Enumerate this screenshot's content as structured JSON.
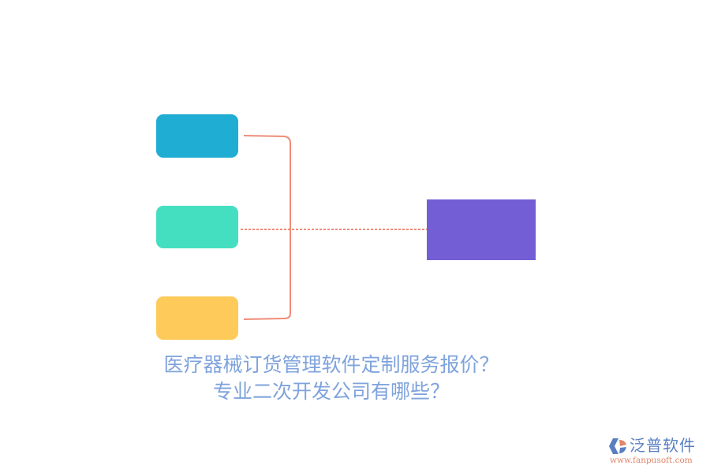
{
  "diagram": {
    "nodes": [
      {
        "id": "top",
        "label": "",
        "color": "#1FADD3"
      },
      {
        "id": "middle",
        "label": "",
        "color": "#44DFC0"
      },
      {
        "id": "bottom",
        "label": "",
        "color": "#FECB5B"
      },
      {
        "id": "target",
        "label": "",
        "color": "#745ED6"
      }
    ],
    "connector_color": "#F08C78",
    "edges": [
      {
        "from": "top",
        "to": "target",
        "style": "bracket"
      },
      {
        "from": "middle",
        "to": "target",
        "style": "dotted"
      },
      {
        "from": "bottom",
        "to": "target",
        "style": "bracket"
      }
    ]
  },
  "caption": {
    "line1": "医疗器械订货管理软件定制服务报价？",
    "line2": "专业二次开发公司有哪些？",
    "color": "#7FA3DC"
  },
  "logo": {
    "name": "泛普软件",
    "url": "www.fanpusoft.com",
    "name_color": "#5A7FC0",
    "url_color": "#E0866A"
  }
}
